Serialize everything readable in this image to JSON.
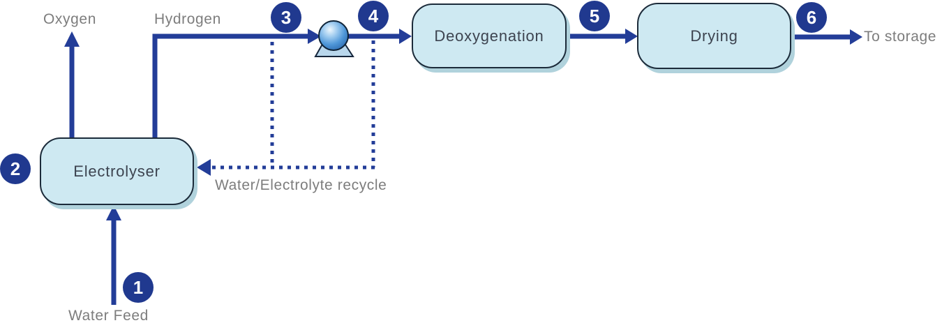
{
  "diagram": {
    "process_nodes": [
      {
        "label": "Electrolyser"
      },
      {
        "label": "Deoxygenation"
      },
      {
        "label": "Drying"
      }
    ],
    "stream_labels": {
      "oxygen": "Oxygen",
      "hydrogen": "Hydrogen",
      "water_feed": "Water Feed",
      "recycle": "Water/Electrolyte recycle",
      "to_storage": "To storage"
    },
    "step_badges": [
      "1",
      "2",
      "3",
      "4",
      "5",
      "6"
    ],
    "icons": {
      "pump": "pump-icon"
    },
    "colors": {
      "flow_navy": "#233D98",
      "node_fill": "#CEE9F2",
      "node_border": "#1C2B3A",
      "node_shadow": "#B0D2DC",
      "node_text": "#3D4450",
      "label_gray": "#7D7D7D",
      "badge_fill": "#20398F",
      "badge_text": "#FFFFFF",
      "pump_sphere_mid": "#4F97D8",
      "pump_base_fill": "#B9D7EC"
    }
  }
}
